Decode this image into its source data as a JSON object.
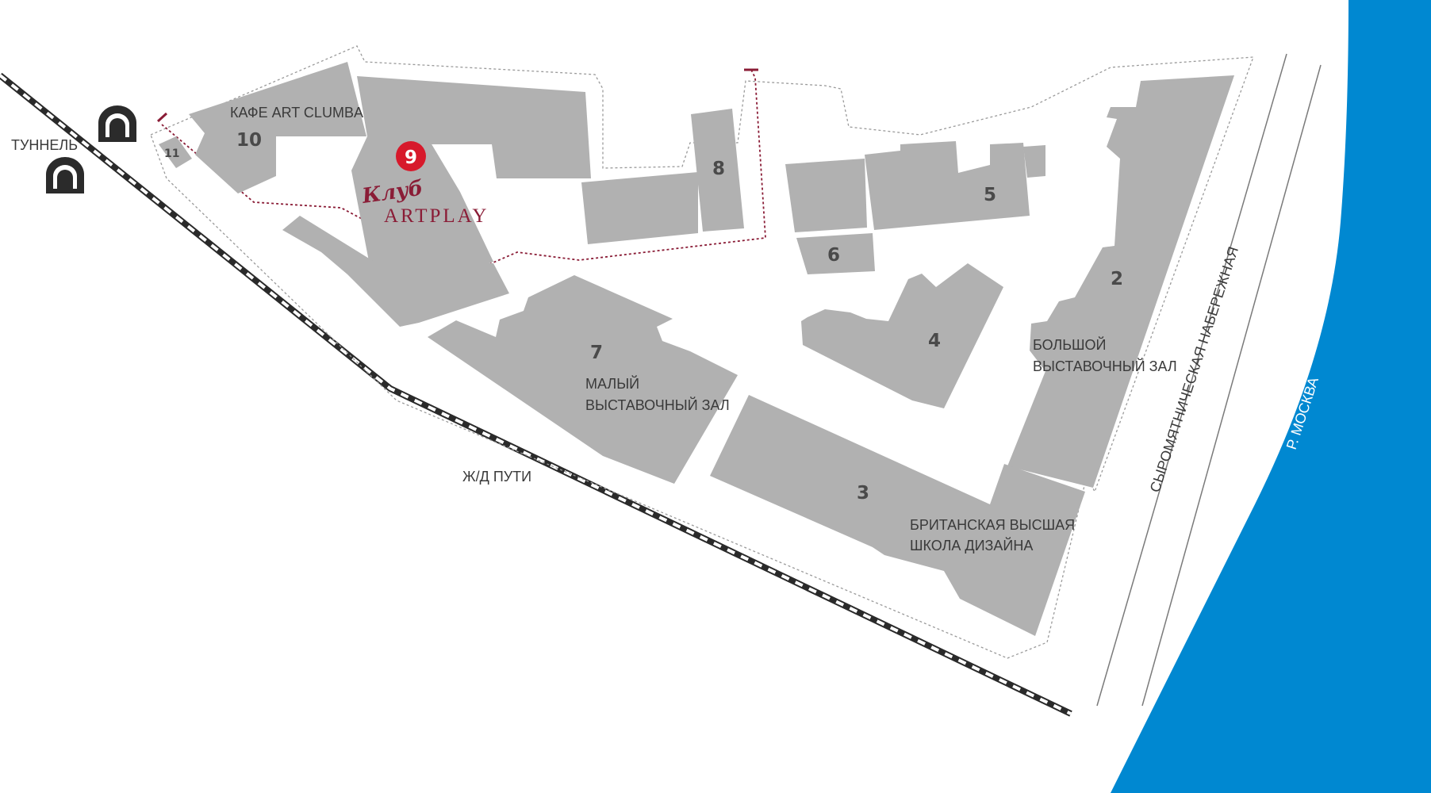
{
  "colors": {
    "building": "#b1b1b1",
    "river": "#0088d1",
    "route": "#8a1c36",
    "marker": "#d7192b",
    "club_logo": "#8a1c36"
  },
  "labels": {
    "tunnel": "ТУННЕЛЬ",
    "railway": "Ж/Д ПУТИ",
    "embankment": "СЫРОМЯТНИЧЕСКАЯ НАБЕРЕЖНАЯ",
    "river": "Р. МОСКВА",
    "cafe": "КАФЕ ART CLUMBA",
    "small_hall_line1": "МАЛЫЙ",
    "small_hall_line2": "ВЫСТАВОЧНЫЙ ЗАЛ",
    "big_hall_line1": "БОЛЬШОЙ",
    "big_hall_line2": "ВЫСТАВОЧНЫЙ ЗАЛ",
    "school_line1": "БРИТАНСКАЯ ВЫСШАЯ",
    "school_line2": "ШКОЛА ДИЗАЙНА"
  },
  "club": {
    "marker_number": "9",
    "logo_script": "Клуб",
    "logo_name": "ARTPLAY"
  },
  "buildings": {
    "b2": "2",
    "b3": "3",
    "b4": "4",
    "b5": "5",
    "b6": "6",
    "b7": "7",
    "b8": "8",
    "b10": "10",
    "b11": "11"
  },
  "icons": {
    "tunnel_top": "tunnel-icon",
    "tunnel_bottom": "tunnel-icon"
  }
}
